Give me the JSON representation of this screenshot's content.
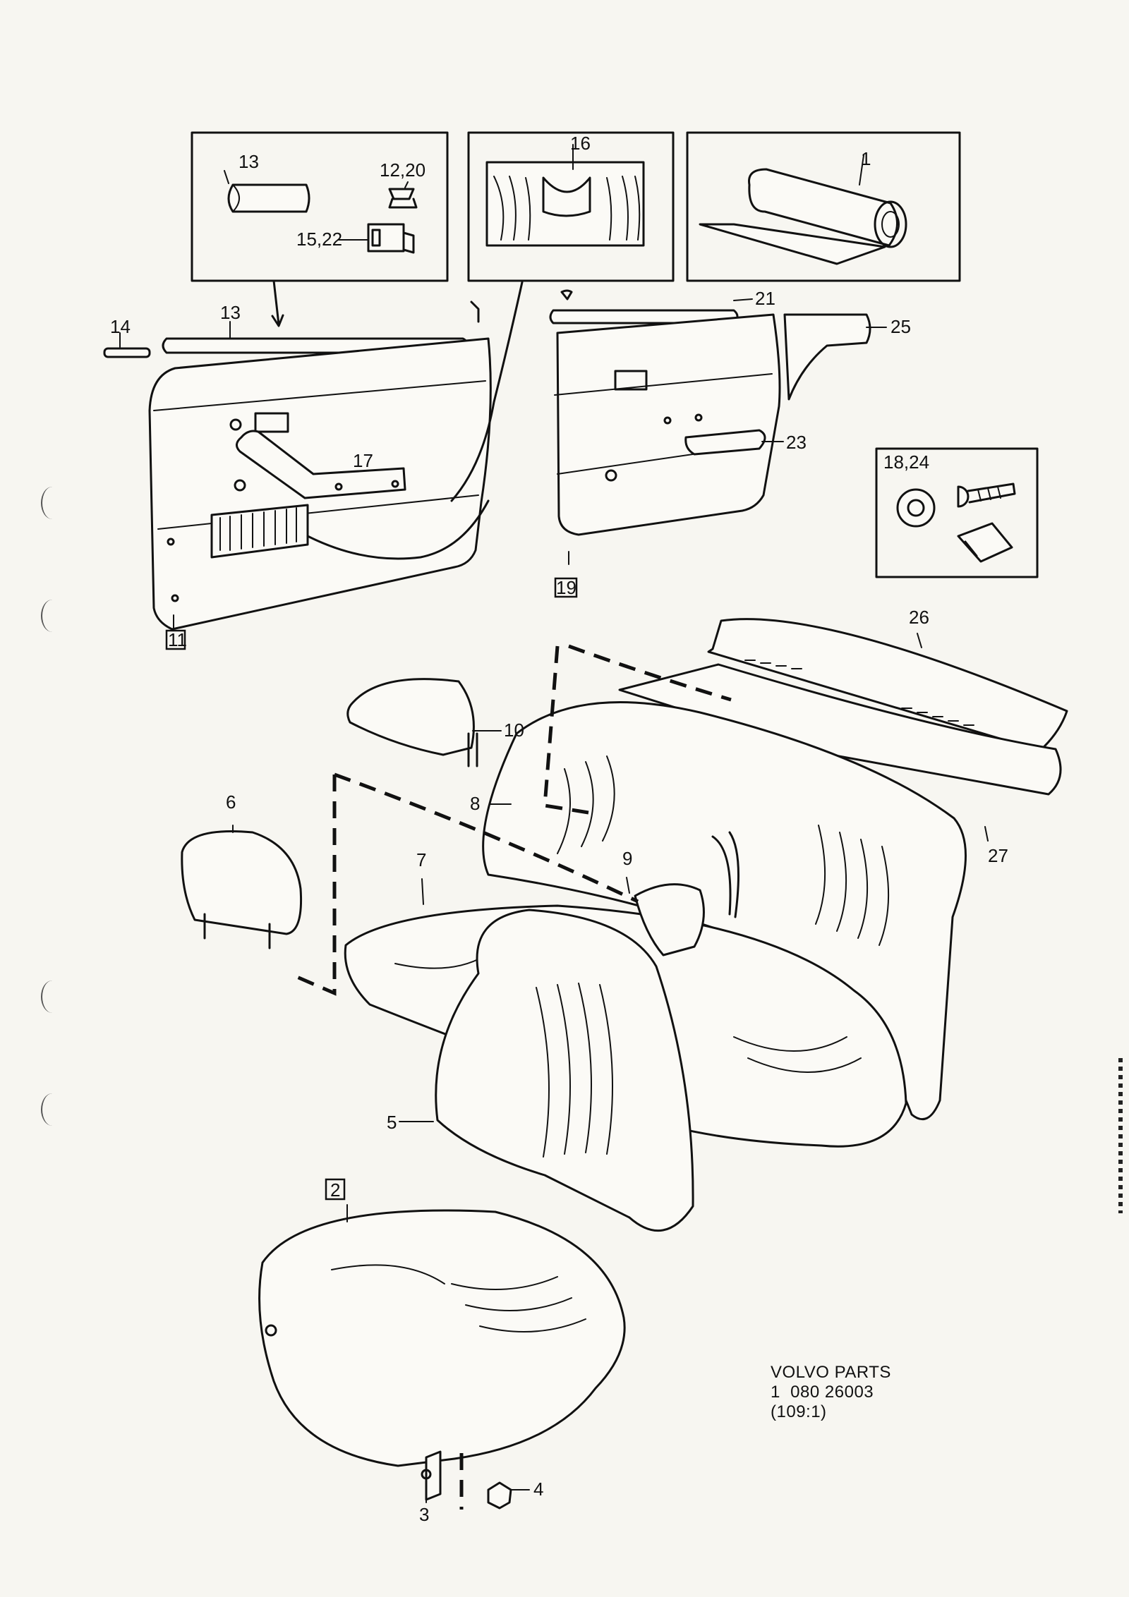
{
  "callouts": {
    "c1": "1",
    "c2": "2",
    "c3": "3",
    "c4": "4",
    "c5": "5",
    "c6": "6",
    "c7": "7",
    "c8": "8",
    "c9": "9",
    "c10": "10",
    "c11": "11",
    "c12_20": "12,20",
    "c13a": "13",
    "c13b": "13",
    "c14": "14",
    "c15_22": "15,22",
    "c16": "16",
    "c17": "17",
    "c18_24": "18,24",
    "c19": "19",
    "c21": "21",
    "c23": "23",
    "c25": "25",
    "c26": "26",
    "c27": "27"
  },
  "footer": {
    "line1": "VOLVO PARTS",
    "line2": "1  080 26003",
    "line3": "(109:1)"
  }
}
